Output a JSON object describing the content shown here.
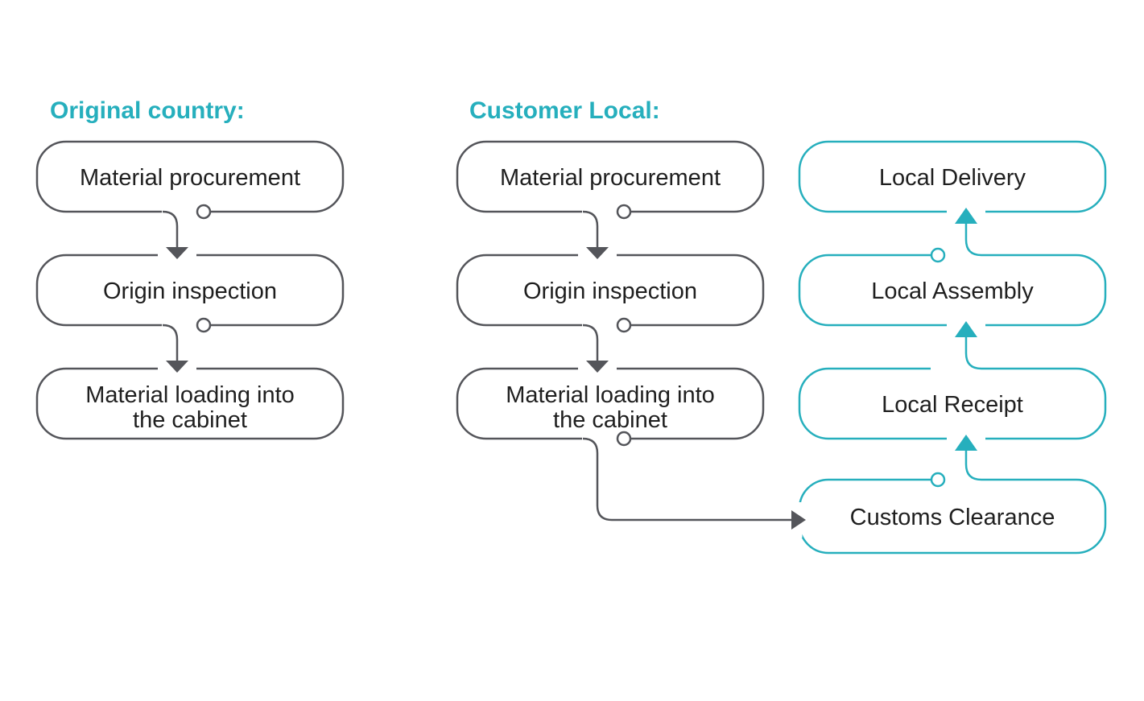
{
  "colors": {
    "teal": "#26AFBD",
    "gray": "#54555A",
    "text": "#1F1F1F"
  },
  "sections": {
    "original": {
      "heading": "Original country:",
      "step1": "Material procurement",
      "step2": "Origin inspection",
      "step3_line1": "Material loading into",
      "step3_line2": "the cabinet"
    },
    "customer": {
      "heading": "Customer Local:",
      "step1": "Material procurement",
      "step2": "Origin inspection",
      "step3_line1": "Material loading into",
      "step3_line2": "the cabinet"
    },
    "local": {
      "customs": "Customs Clearance",
      "receipt": "Local Receipt",
      "assembly": "Local Assembly",
      "delivery": "Local Delivery"
    }
  }
}
